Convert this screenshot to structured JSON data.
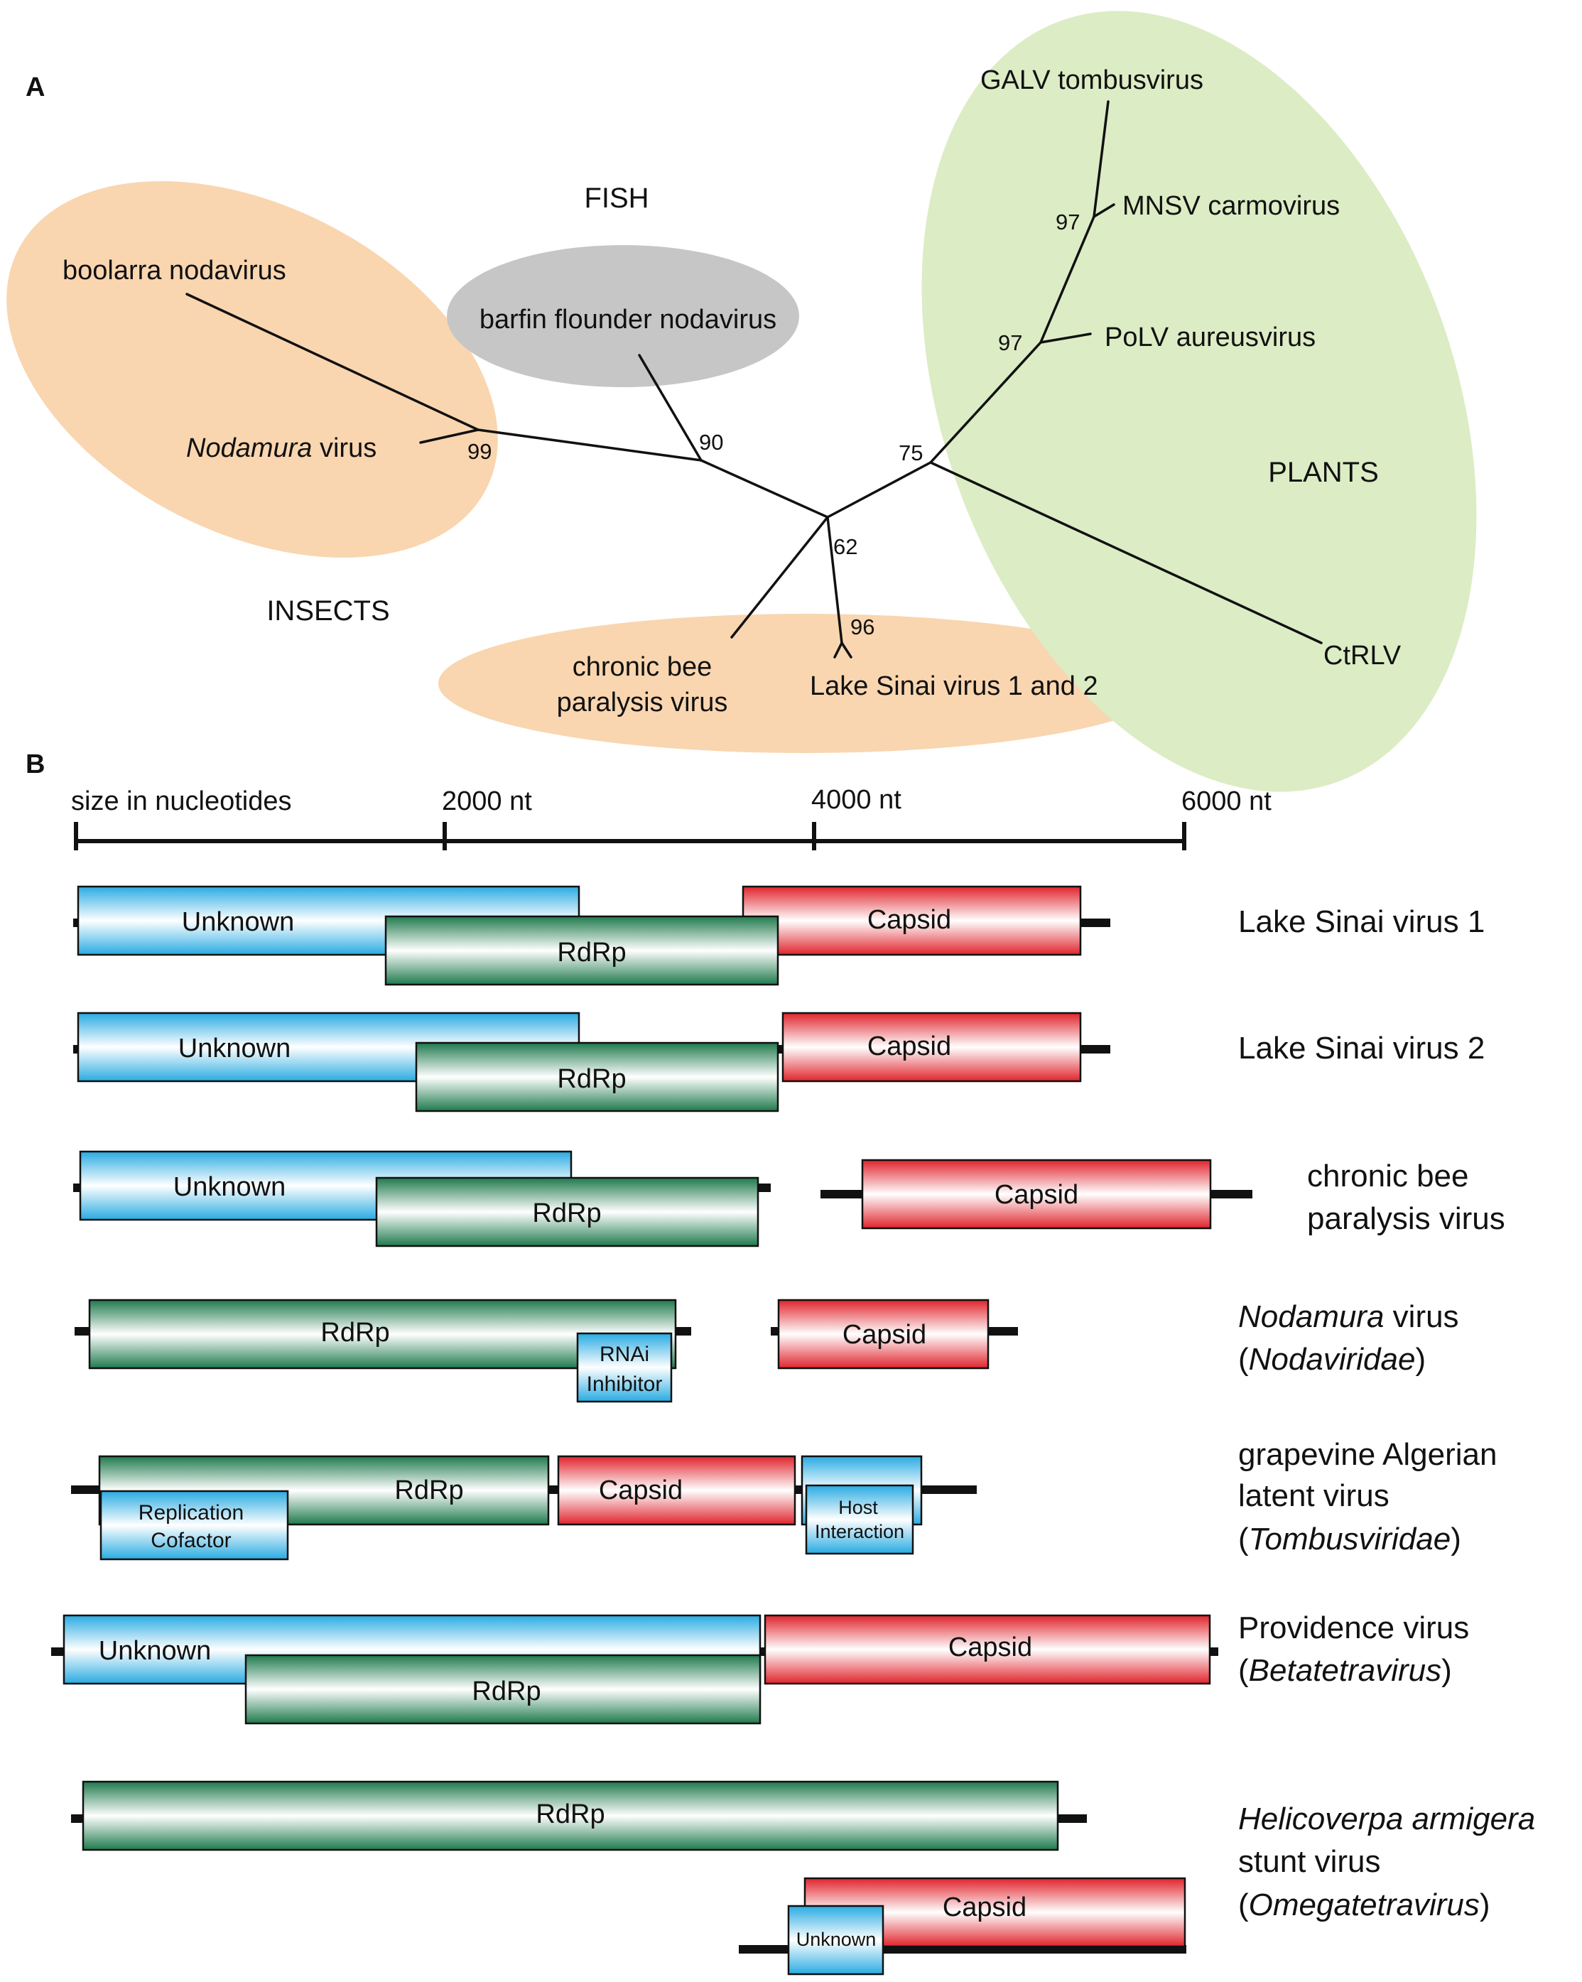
{
  "panel_a": {
    "label": "A",
    "groups": {
      "fish": "FISH",
      "insects": "INSECTS",
      "plants": "PLANTS"
    },
    "taxa": {
      "boolarra": "boolarra nodavirus",
      "barfin": "barfin flounder nodavirus",
      "nodamura_italic": "Nodamura",
      "nodamura_rest": " virus",
      "galv": "GALV tombusvirus",
      "mnsv": "MNSV carmovirus",
      "polv": "PoLV aureusvirus",
      "ctrlv": "CtRLV",
      "cbpv_line1": "chronic bee",
      "cbpv_line2": "paralysis virus",
      "lsv": "Lake Sinai virus 1 and 2"
    },
    "bootstrap": {
      "b99": "99",
      "b90": "90",
      "b62": "62",
      "b96": "96",
      "b75": "75",
      "b97a": "97",
      "b97b": "97"
    },
    "colors": {
      "insects": "#f9d6b0",
      "fish": "#c6c6c6",
      "plants": "#dcecc4"
    }
  },
  "panel_b": {
    "label": "B",
    "scale": {
      "title": "size in nucleotides",
      "t2000": "2000 nt",
      "t4000": "4000 nt",
      "t6000": "6000 nt"
    },
    "genes": {
      "unknown": "Unknown",
      "rdrp": "RdRp",
      "capsid": "Capsid",
      "rnai1": "RNAi",
      "rnai2": "Inhibitor",
      "repl1": "Replication",
      "repl2": "Cofactor",
      "host1": "Host",
      "host2": "Interaction"
    },
    "viruses": {
      "lsv1": "Lake Sinai virus 1",
      "lsv2": "Lake Sinai virus 2",
      "cbpv1": "chronic bee",
      "cbpv2": "paralysis virus",
      "nov_italic": "Nodamura",
      "nov_rest": " virus",
      "nov_fam_italic": "Nodaviridae",
      "galv1": "grapevine Algerian",
      "galv2": "latent virus",
      "galv_fam_italic": "Tombusviridae",
      "pv": "Providence virus",
      "pv_fam_italic": "Betatetravirus",
      "hasv_italic": "Helicoverpa armigera",
      "hasv2": "stunt virus",
      "hasv_fam_italic": "Omegatetravirus",
      "paren_open": "(",
      "paren_close": ")"
    },
    "colors": {
      "unknown": "#29abe2",
      "rdrp": "#1f7a4d",
      "capsid": "#e0242c"
    }
  }
}
